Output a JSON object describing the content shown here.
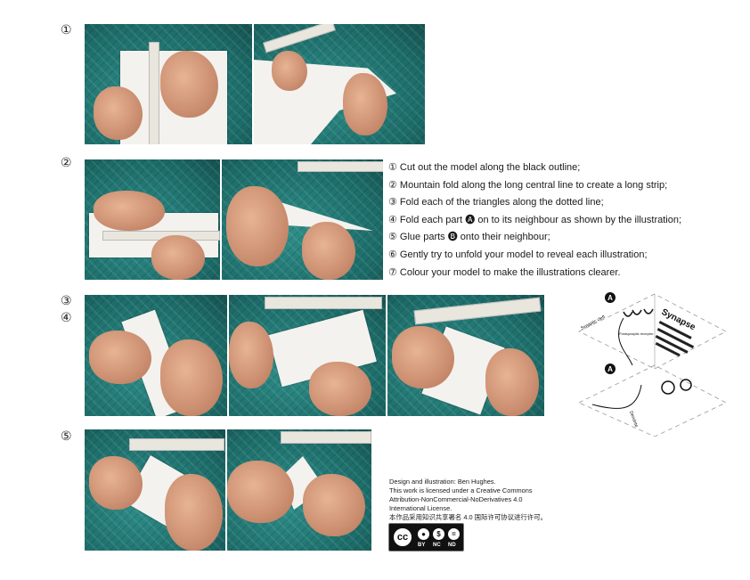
{
  "step_labels": [
    "①",
    "②",
    "③",
    "④",
    "⑤"
  ],
  "instructions": [
    "① Cut out the model along the black outline;",
    "② Mountain fold along the long central line to create a long strip;",
    "③ Fold each of the triangles along the dotted line;",
    "④ Fold each part 🅐 on to its neighbour as shown by the illustration;",
    "⑤ Glue parts 🅑 onto their neighbour;",
    "⑥ Gently try to unfold your model to reveal each illustration;",
    "⑦ Colour your model to make the illustrations clearer."
  ],
  "credits": [
    "Design and illustration: Ben Hughes.",
    "This work is licensed under a Creative Commons",
    "Attribution-NonCommercial-NoDerivatives 4.0",
    "International License.",
    "本作品采用知识共享署名 4.0 国际许可协议进行许可。"
  ],
  "license_badge": {
    "cc": "cc",
    "by": "BY",
    "nc": "NC",
    "nd": "ND"
  },
  "diagram": {
    "marker": "A",
    "title": "Synapse",
    "labels": [
      "Synaptic cleft",
      "Postsynaptic receptor",
      "Dendrite"
    ]
  },
  "colors": {
    "mat": "#1c6b68",
    "paper": "#f4f2ee"
  }
}
